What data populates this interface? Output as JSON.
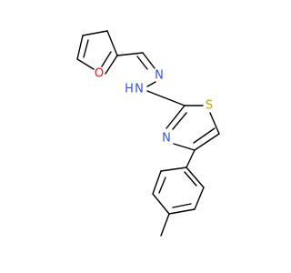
{
  "molecule": {
    "atoms": {
      "furan_O": {
        "label": "O",
        "color": "#ff0d0d"
      },
      "imine_N": {
        "label": "N",
        "color": "#3050f8"
      },
      "hydrazine_NH": {
        "label": "H",
        "color": "#3050f8",
        "n_label": "N"
      },
      "thiazole_S": {
        "label": "S",
        "color": "#c8a000"
      },
      "thiazole_N": {
        "label": "N",
        "color": "#3050f8"
      }
    },
    "bond_color": "#000000"
  }
}
